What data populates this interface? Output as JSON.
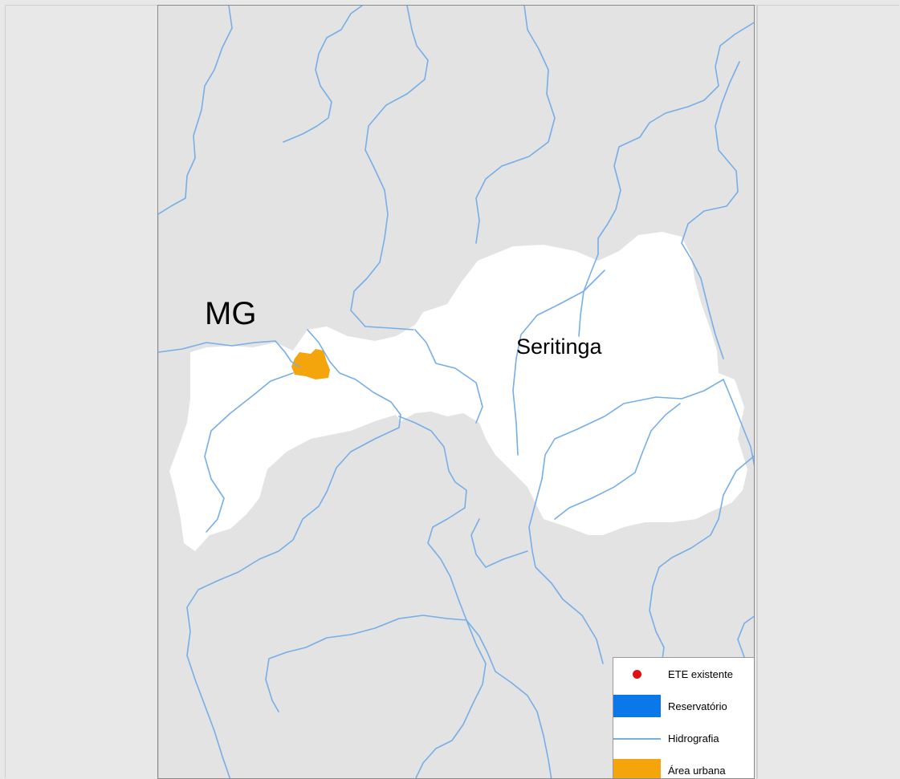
{
  "map": {
    "state_label": "MG",
    "municipality_label": "Seritinga",
    "colors": {
      "background_region": "#e3e3e3",
      "municipality_fill": "#ffffff",
      "river": "#76aee8",
      "urban_area": "#f5a50c",
      "reservoir": "#0a78e8",
      "ete": "#e01010"
    }
  },
  "legend": {
    "items": [
      {
        "label": "ETE existente",
        "symbol": "red-dot"
      },
      {
        "label": "Reservatório",
        "symbol": "blue-fill"
      },
      {
        "label": "Hidrografia",
        "symbol": "blue-line"
      },
      {
        "label": "Área urbana",
        "symbol": "orange-fill"
      }
    ]
  }
}
